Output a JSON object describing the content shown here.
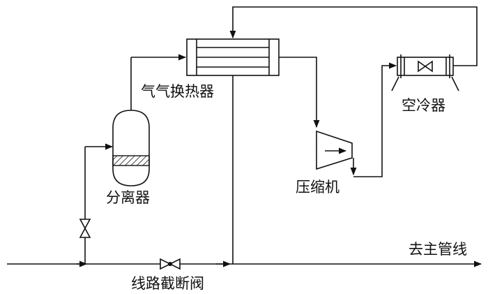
{
  "labels": {
    "gas_heat_exchanger": "气气换热器",
    "air_cooler": "空冷器",
    "separator": "分离器",
    "compressor": "压缩机",
    "to_main_pipe": "去主管线",
    "line_block_valve": "线路截断阀"
  },
  "colors": {
    "stroke": "#111111",
    "hatch": "#111111",
    "background": "#ffffff"
  }
}
